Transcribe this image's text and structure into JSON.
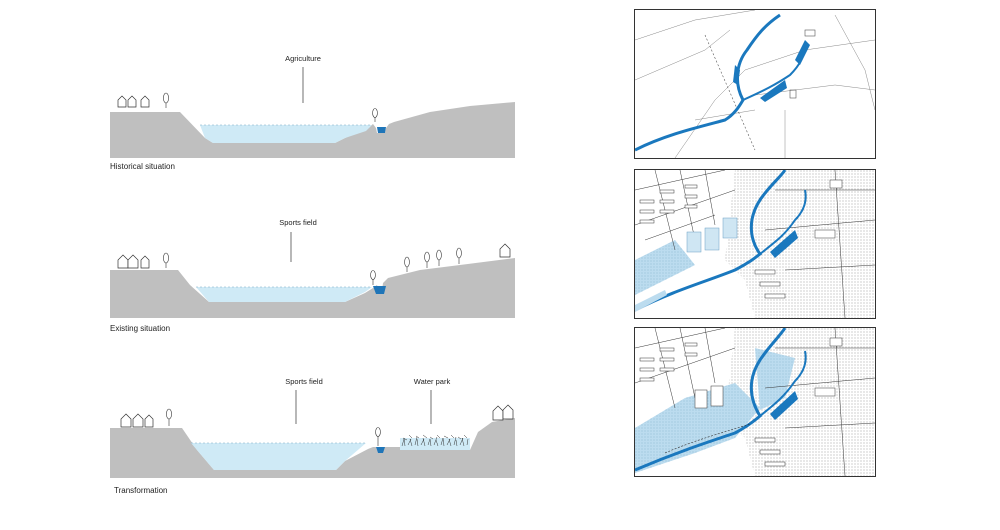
{
  "sections": [
    {
      "caption": "Historical situation",
      "labels": [
        "Agriculture"
      ]
    },
    {
      "caption": "Existing situation",
      "labels": [
        "Sports field"
      ]
    },
    {
      "caption": "Transformation",
      "labels": [
        "Sports field",
        "Water park"
      ]
    }
  ],
  "colors": {
    "ground": "#bfbfbf",
    "water_light": "#cfeaf6",
    "water_dark": "#1f75b8",
    "map_blue": "#1a78be",
    "map_light": "#bcdcef"
  },
  "maps": [
    "historical",
    "existing",
    "transformation"
  ]
}
